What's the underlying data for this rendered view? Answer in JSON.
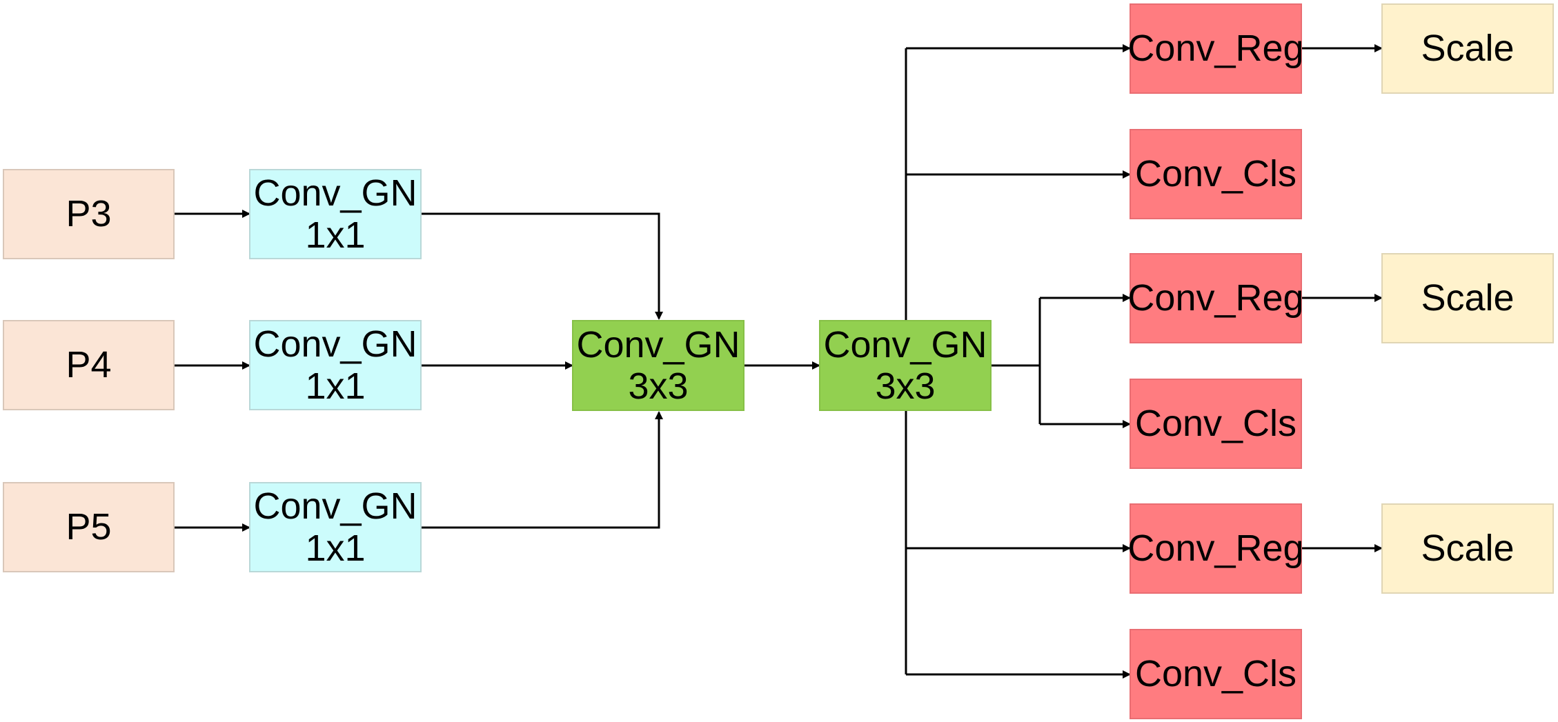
{
  "nodes": {
    "p3": {
      "label": "P3"
    },
    "p4": {
      "label": "P4"
    },
    "p5": {
      "label": "P5"
    },
    "conv_gn_1x1_a": {
      "line1": "Conv_GN",
      "line2": "1x1"
    },
    "conv_gn_1x1_b": {
      "line1": "Conv_GN",
      "line2": "1x1"
    },
    "conv_gn_1x1_c": {
      "line1": "Conv_GN",
      "line2": "1x1"
    },
    "conv_gn_3x3_a": {
      "line1": "Conv_GN",
      "line2": "3x3"
    },
    "conv_gn_3x3_b": {
      "line1": "Conv_GN",
      "line2": "3x3"
    },
    "conv_reg_1": {
      "label": "Conv_Reg"
    },
    "conv_cls_1": {
      "label": "Conv_Cls"
    },
    "conv_reg_2": {
      "label": "Conv_Reg"
    },
    "conv_cls_2": {
      "label": "Conv_Cls"
    },
    "conv_reg_3": {
      "label": "Conv_Reg"
    },
    "conv_cls_3": {
      "label": "Conv_Cls"
    },
    "scale_1": {
      "label": "Scale"
    },
    "scale_2": {
      "label": "Scale"
    },
    "scale_3": {
      "label": "Scale"
    }
  },
  "colors": {
    "input_fill": "#fbe5d6",
    "conv1x1_fill": "#ccfcfc",
    "conv3x3_fill": "#92d050",
    "head_fill": "#ff7c80",
    "scale_fill": "#fff2cc",
    "edge": "#000000"
  }
}
